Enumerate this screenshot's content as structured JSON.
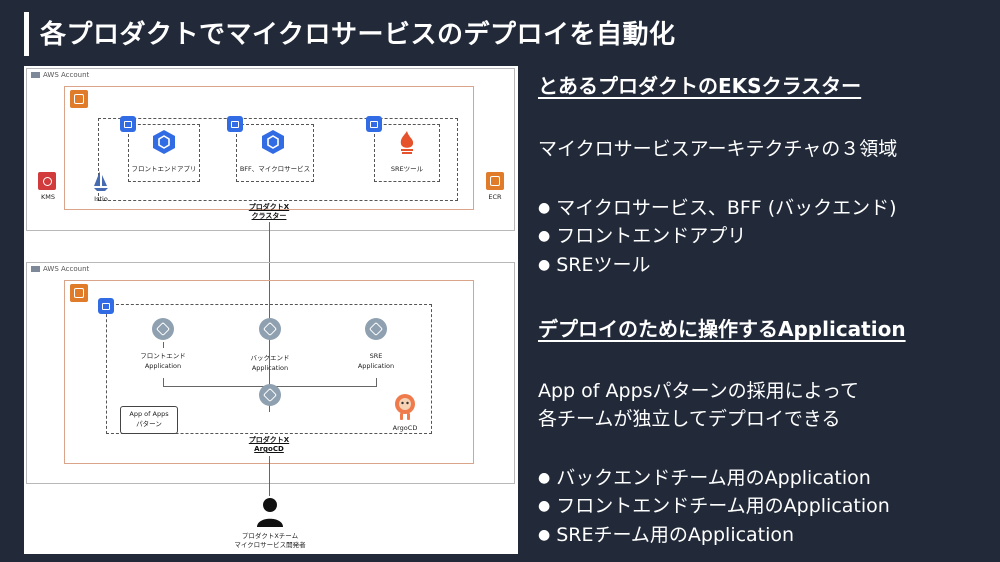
{
  "title": "各プロダクトでマイクロサービスのデプロイを自動化",
  "diagram": {
    "top": {
      "account_label": "AWS Account",
      "kms_label": "KMS",
      "ecr_label": "ECR",
      "istio_label": "Istio",
      "frontend_label": "フロントエンドアプリ",
      "bff_label": "BFF、マイクロサービス",
      "sre_label": "SREツール",
      "cluster_label_1": "プロダクトX",
      "cluster_label_2": "クラスター"
    },
    "bottom": {
      "account_label": "AWS Account",
      "app_front_1": "フロントエンド",
      "app_front_2": "Application",
      "app_back_1": "バックエンド",
      "app_back_2": "Application",
      "app_sre_1": "SRE",
      "app_sre_2": "Application",
      "pattern_1": "App of Apps",
      "pattern_2": "パターン",
      "argocd_label": "ArgoCD",
      "cluster_label_1": "プロダクトX",
      "cluster_label_2": "ArgoCD"
    },
    "developer_1": "プロダクトXチーム",
    "developer_2": "マイクロサービス開発者"
  },
  "right": {
    "heading1": "とあるプロダクトのEKSクラスター",
    "text1": "マイクロサービスアーキテクチャの３領域",
    "bullets1": [
      "マイクロサービス、BFF (バックエンド)",
      "フロントエンドアプリ",
      "SREツール"
    ],
    "heading2": "デプロイのために操作するApplication",
    "text2_line1": "App of Appsパターンの採用によって",
    "text2_line2": "各チームが独立してデプロイできる",
    "bullets2": [
      "バックエンドチーム用のApplication",
      "フロントエンドチーム用のApplication",
      "SREチーム用のApplication"
    ]
  },
  "colors": {
    "background": "#222a3a",
    "aws_orange": "#e07b2a",
    "k8s_blue": "#326ce5",
    "argo_orange": "#ef7b4d"
  }
}
